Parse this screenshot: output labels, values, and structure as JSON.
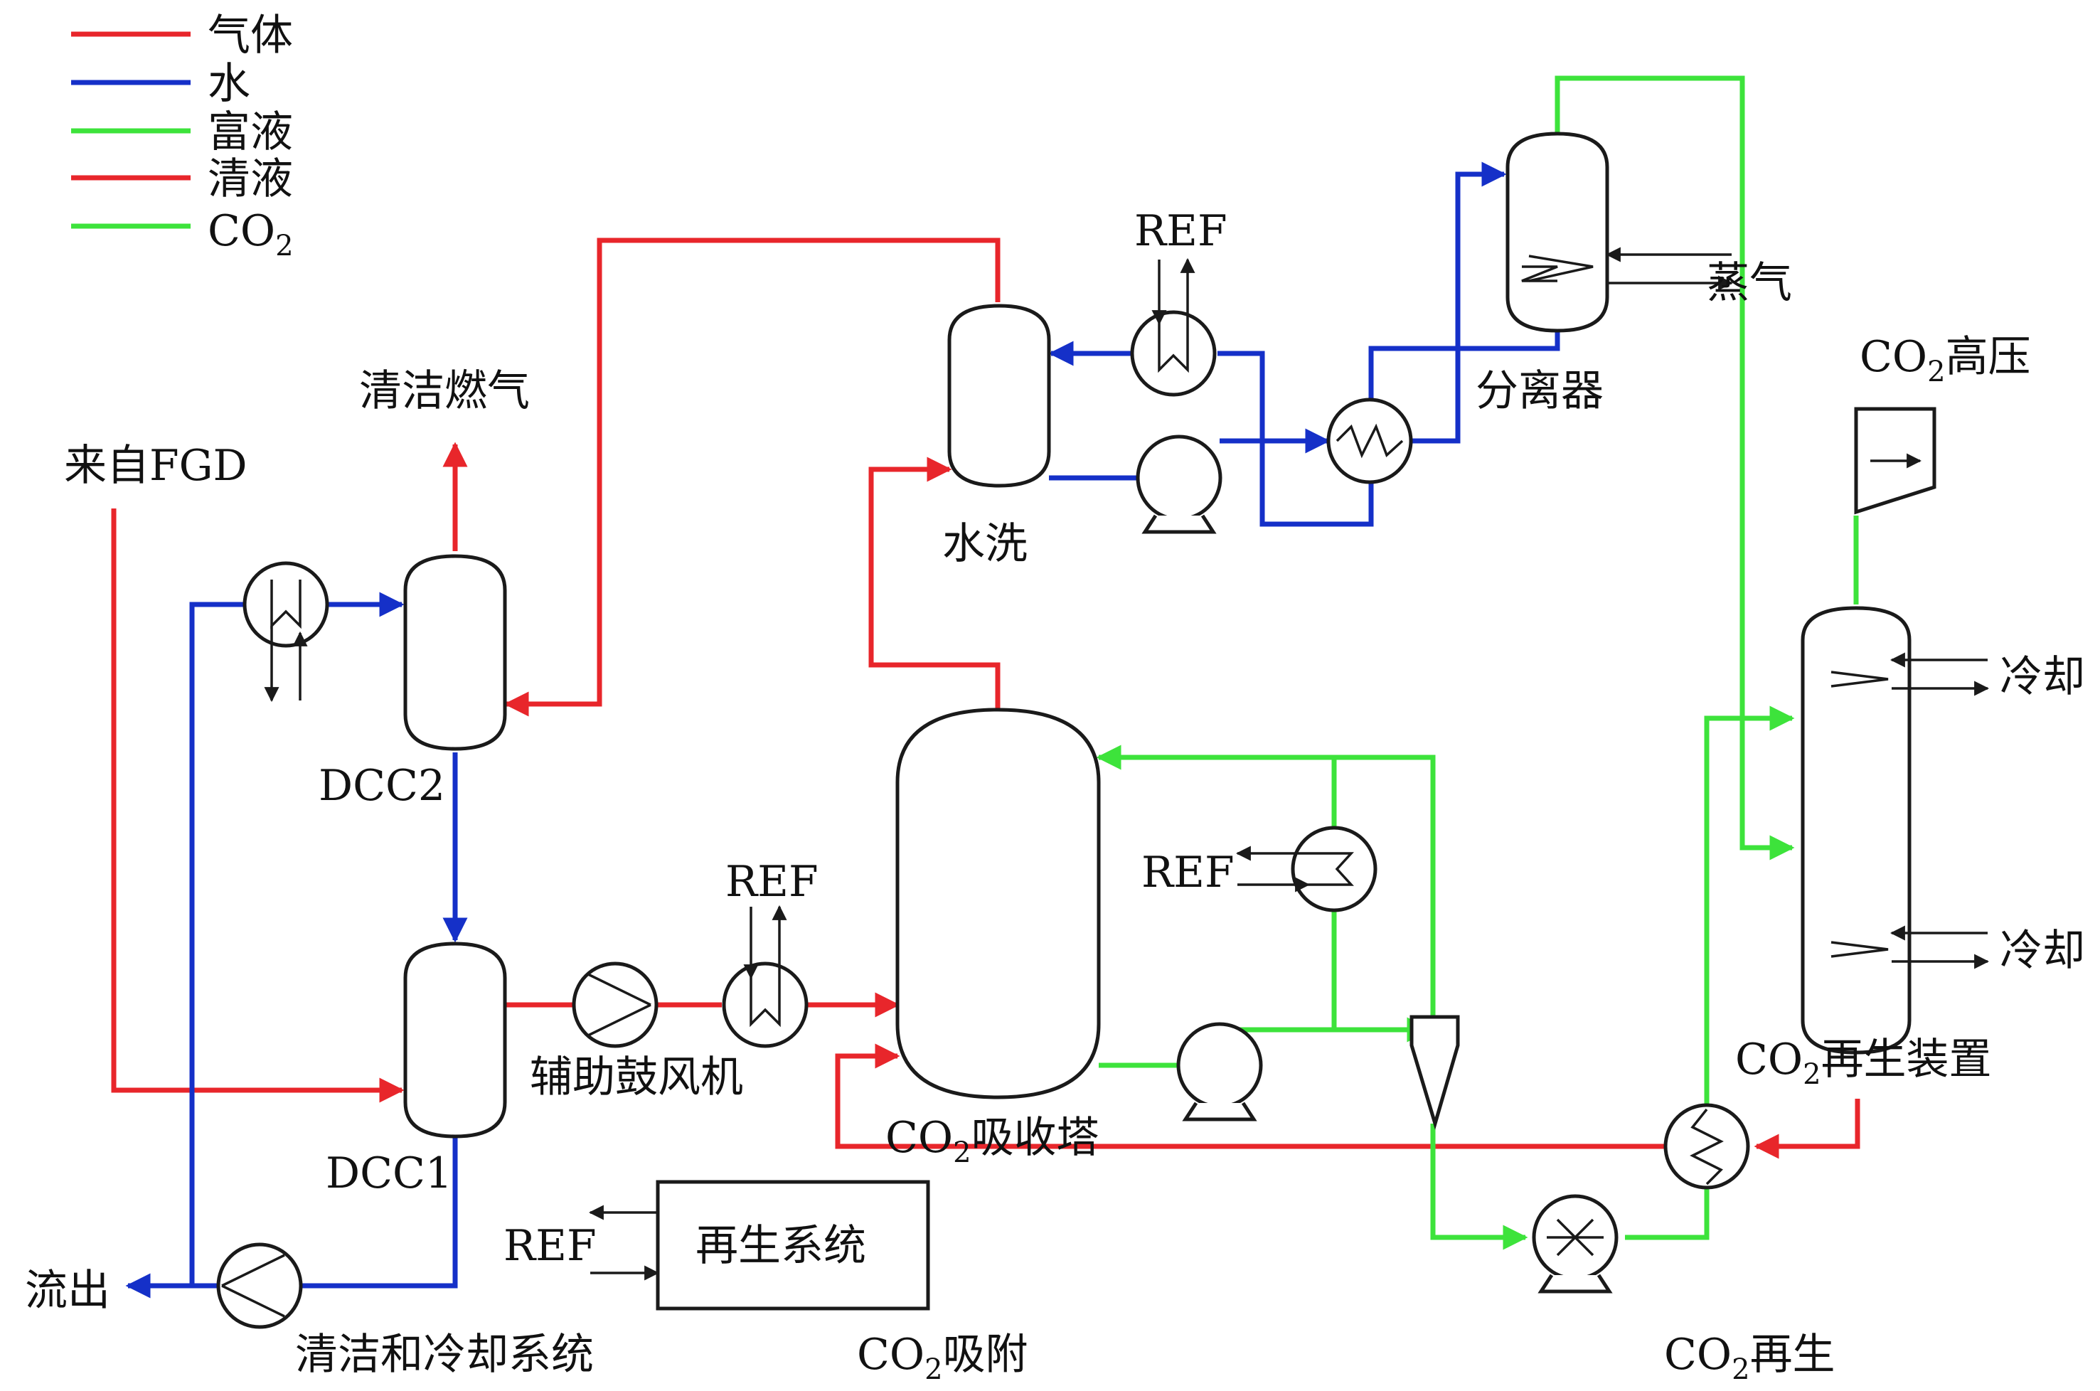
{
  "colors": {
    "gas": "#e8262b",
    "water": "#1530c8",
    "rich": "#3de33b",
    "lean": "#e8262b",
    "co2": "#3de33b",
    "equipment": "#1a1a1a"
  },
  "legend": {
    "items": [
      {
        "label": "气体",
        "color_key": "gas"
      },
      {
        "label": "水",
        "color_key": "water"
      },
      {
        "label": "富液",
        "color_key": "rich"
      },
      {
        "label": "清液",
        "color_key": "lean"
      },
      {
        "label": "CO",
        "sub": "2",
        "color_key": "co2"
      }
    ]
  },
  "labels": {
    "from_fgd": "来自FGD",
    "clean_gas": "清洁燃气",
    "dcc2": "DCC2",
    "dcc1": "DCC1",
    "outflow": "流出",
    "cleaning_cooling": "清洁和冷却系统",
    "aux_blower": "辅助鼓风机",
    "ref": "REF",
    "water_wash": "水洗",
    "separator": "分离器",
    "steam": "蒸气",
    "co2_high_pressure": {
      "pre": "CO",
      "sub": "2",
      "post": "高压"
    },
    "cooling": "冷却",
    "co2_regenerator": {
      "pre": "CO",
      "sub": "2",
      "post": "再生装置"
    },
    "co2_absorber": {
      "pre": "CO",
      "sub": "2",
      "post": "吸收塔"
    },
    "regen_system": "再生系统",
    "co2_adsorption": {
      "pre": "CO",
      "sub": "2",
      "post": "吸附"
    },
    "co2_regeneration": {
      "pre": "CO",
      "sub": "2",
      "post": "再生"
    }
  }
}
